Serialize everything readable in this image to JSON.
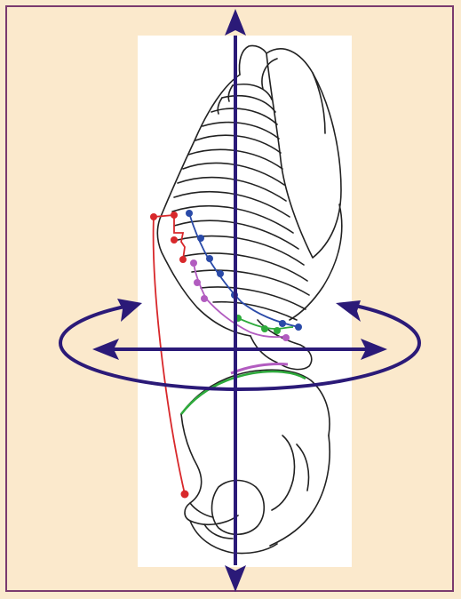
{
  "figure": {
    "subject": "lateral-torso-skeleton",
    "colors": {
      "background": "#fbe9cc",
      "frame": "#7a3a6e",
      "panel": "#ffffff",
      "axis": "#2b1a78",
      "bone_outline": "#222222",
      "red_line": "#d8282b",
      "blue_line": "#2a4aa8",
      "purple_line": "#b25cc0",
      "green_line": "#2eaa3c"
    },
    "icons": {
      "vertical_axis": "double-arrow-vertical",
      "horizontal_axis": "double-arrow-horizontal",
      "rotation": "rotation-ellipse-arrows"
    }
  }
}
